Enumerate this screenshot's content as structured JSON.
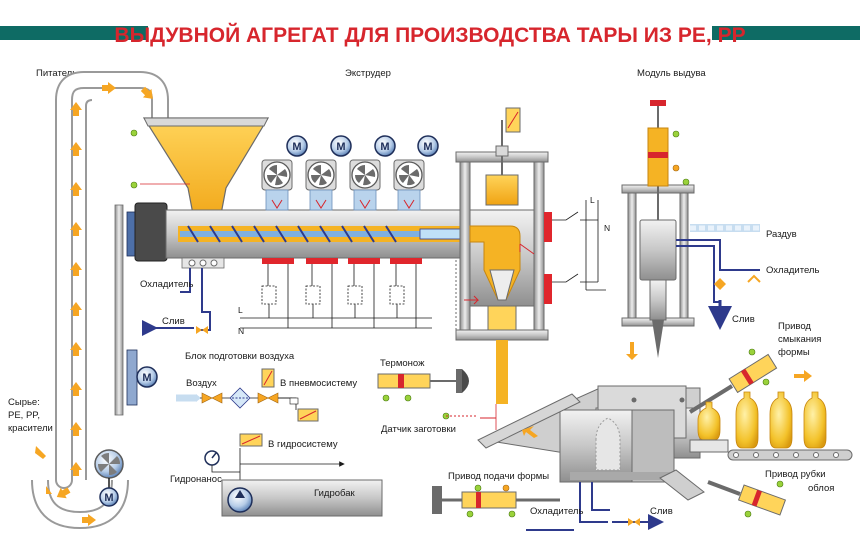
{
  "title": "ВЫДУВНОЙ АГРЕГАТ ДЛЯ ПРОИЗВОДСТВА ТАРЫ ИЗ PE, PP",
  "labels": {
    "feeder": "Питатель",
    "extruder": "Экструдер",
    "blow_module": "Модуль выдува",
    "raw_1": "Сырье:",
    "raw_2": "PE, PP,",
    "raw_3": "красители",
    "cooler_left": "Охладитель",
    "drain_left": "Слив",
    "air_prep_block": "Блок подготовки воздуха",
    "air": "Воздух",
    "to_pneumo": "В пневмосистему",
    "to_hydro": "В гидросистему",
    "hydro_pump": "Гидронанос",
    "hydro_tank": "Гидробак",
    "thermoknife": "Термонож",
    "preform_sensor": "Датчик заготовки",
    "mold_feed_drive": "Привод подачи формы",
    "cooler_bottom": "Охладитель",
    "drain_bottom": "Слив",
    "blowing": "Раздув",
    "cooler_right": "Охладитель",
    "drain_right": "Слив",
    "mold_close_1": "Привод",
    "mold_close_2": "смыкания",
    "mold_close_3": "формы",
    "flash_cut_1": "Привод рубки",
    "flash_cut_2": "облоя",
    "line_L_a": "L",
    "line_N_a": "N",
    "line_L_b": "L",
    "line_N_b": "N",
    "motor": "M"
  },
  "colors": {
    "teal_band": "#0e6b64",
    "title": "#d7262d",
    "resin": "#f5b324",
    "arrow_yellow": "#f6a623",
    "steel": "#c9c9c9",
    "dark_steel": "#6b6b6b",
    "pipe_blue": "#2e3a8c",
    "heater_red": "#e0262c",
    "motor_blue": "#5d8fc9"
  },
  "icons": [
    "motor-icon",
    "fan-icon",
    "valve-icon",
    "filter-icon",
    "gauge-icon",
    "heater-band-icon",
    "switch-icon",
    "bottle-icon"
  ]
}
